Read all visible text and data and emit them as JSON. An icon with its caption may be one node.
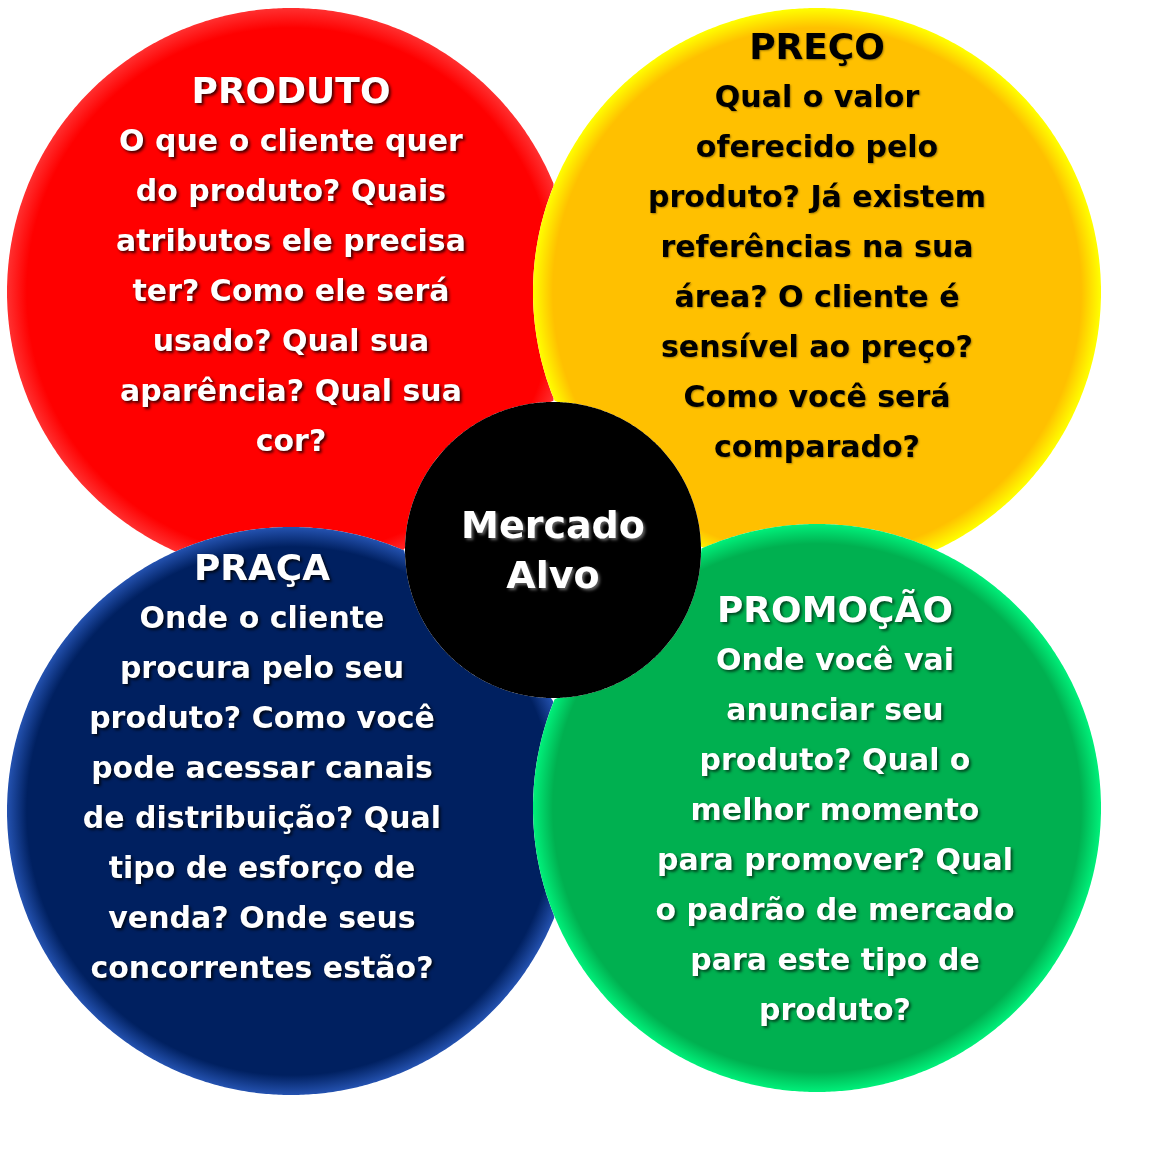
{
  "diagram": {
    "nodes": [
      {
        "text": [
          "PRODUTO",
          "O que o cliente quer do produto? Quais atributos ele precisa ter? Como ele será usado? Qual sua aparência? Qual sua cor?"
        ]
      },
      {
        "text": [
          "PREÇO",
          "Qual o valor oferecido pelo produto? Já existem referências na sua área? O cliente é sensível ao preço? Como você será comparado?"
        ]
      },
      {
        "text": [
          "Mercado Alvo"
        ]
      },
      {
        "text": [
          "PRAÇA",
          "Onde o cliente procura pelo seu produto? Como você pode acessar canais de distribuição? Qual tipo de esforço de venda? Onde seus concorrentes estão?"
        ]
      },
      {
        "text": [
          "PROMOÇÃO",
          "Onde você vai anunciar seu produto? Qual o melhor momento para promover? Qual o padrão de mercado para este tipo de produto?"
        ]
      }
    ]
  }
}
